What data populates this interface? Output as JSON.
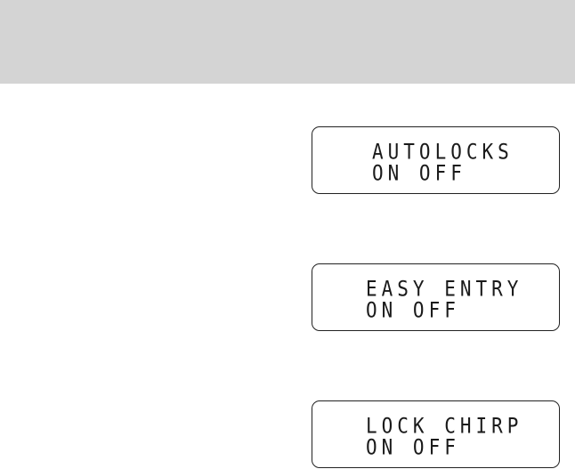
{
  "displays": [
    {
      "line1": "AUTOLOCKS",
      "line2": "ON OFF"
    },
    {
      "line1": "EASY ENTRY",
      "line2": "ON OFF"
    },
    {
      "line1": "LOCK CHIRP",
      "line2": "ON OFF"
    }
  ]
}
